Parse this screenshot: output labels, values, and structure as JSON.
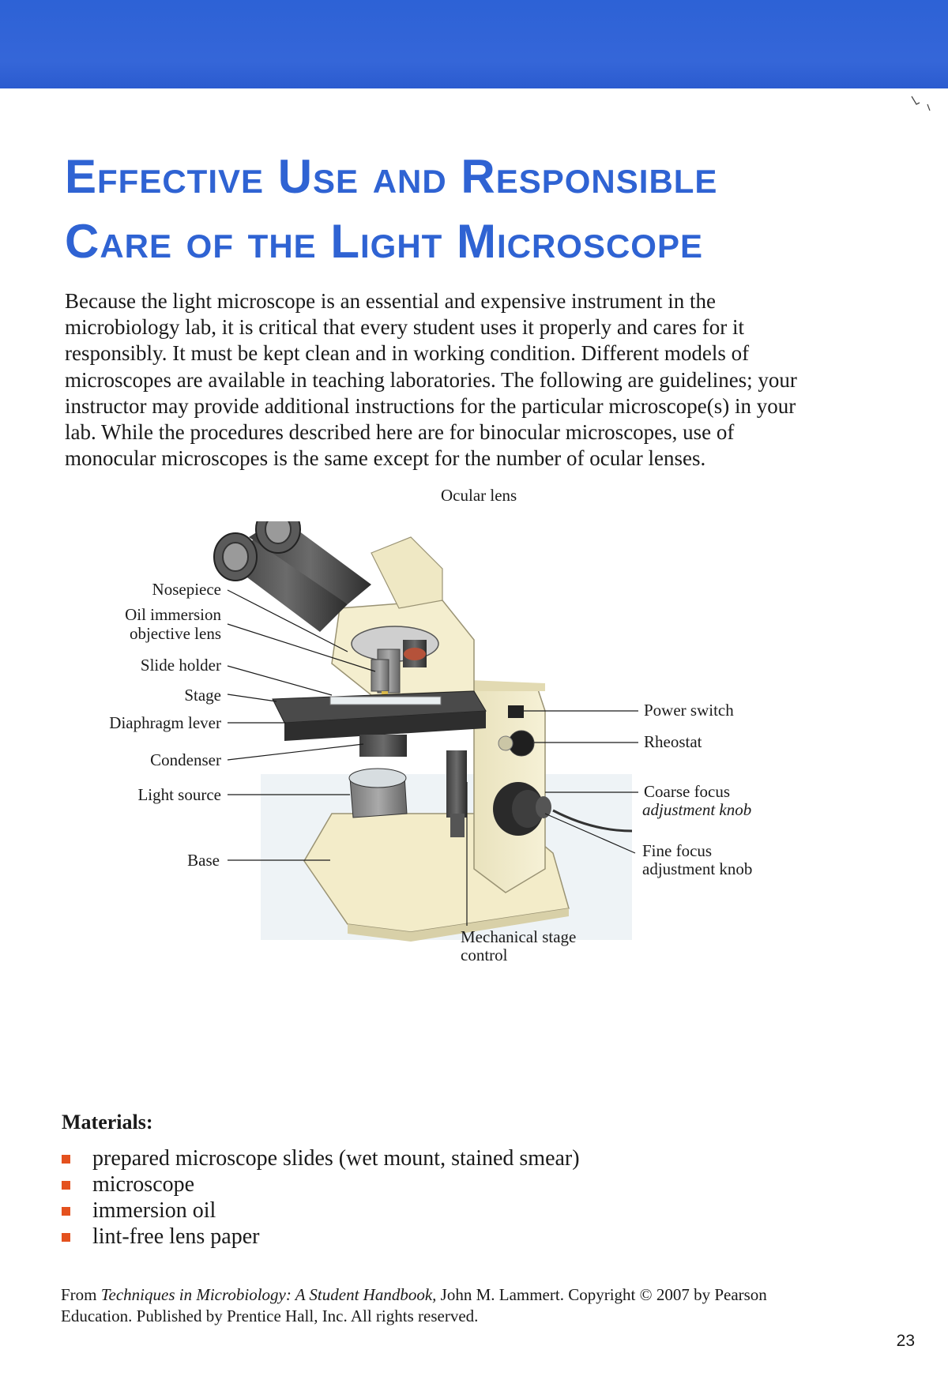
{
  "header": {
    "band_color": "#2f63d3",
    "title_line1": "Effective Use and Responsible",
    "title_line2": "Care of the Light Microscope",
    "title_color": "#2f63d3"
  },
  "intro": "Because the light microscope is an essential and expensive instrument in the microbiology lab, it is critical that every student uses it properly and cares for it responsibly. It must be kept clean and in working condition. Different models of microscopes are available in teaching laboratories. The following are guidelines; your instructor may provide additional instructions for the particular microscope(s) in your lab. While the procedures described here are for binocular microscopes, use of monocular microscopes is the same except for the number of ocular lenses.",
  "figure": {
    "labels": {
      "ocular_lens": "Ocular lens",
      "nosepiece": "Nosepiece",
      "oil_immersion_1": "Oil immersion",
      "oil_immersion_2": "objective lens",
      "slide_holder": "Slide holder",
      "stage": "Stage",
      "diaphragm_lever": "Diaphragm lever",
      "condenser": "Condenser",
      "light_source": "Light source",
      "base": "Base",
      "power_switch": "Power switch",
      "rheostat": "Rheostat",
      "coarse_focus_1": "Coarse focus",
      "coarse_focus_2": "adjustment knob",
      "fine_focus_1": "Fine focus",
      "fine_focus_2": "adjustment knob",
      "mechanical_stage_1": "Mechanical stage",
      "mechanical_stage_2": "control"
    }
  },
  "materials": {
    "heading": "Materials:",
    "bullet_color": "#e4511e",
    "items": [
      "prepared microscope slides (wet mount, stained smear)",
      "microscope",
      "immersion oil",
      "lint-free lens paper"
    ]
  },
  "footnote": {
    "prefix": "From ",
    "book_title": "Techniques in Microbiology: A Student Handbook,",
    "rest": " John M. Lammert. Copyright © 2007 by Pearson Education. Published by Prentice Hall, Inc. All rights reserved."
  },
  "page_number": "23"
}
